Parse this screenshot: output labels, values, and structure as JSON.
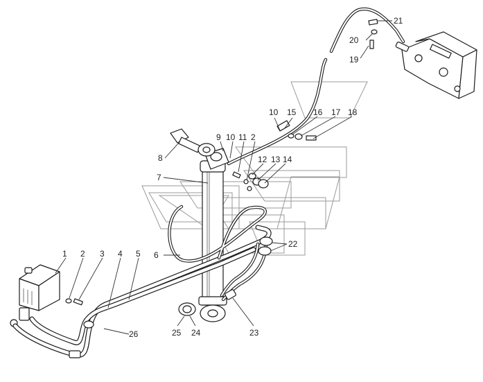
{
  "diagram": {
    "callouts": [
      "1",
      "2",
      "3",
      "4",
      "5",
      "6",
      "7",
      "8",
      "9",
      "10",
      "11",
      "2",
      "12",
      "13",
      "14",
      "10",
      "15",
      "16",
      "17",
      "18",
      "19",
      "20",
      "21",
      "22",
      "23",
      "24",
      "25",
      "26"
    ]
  }
}
